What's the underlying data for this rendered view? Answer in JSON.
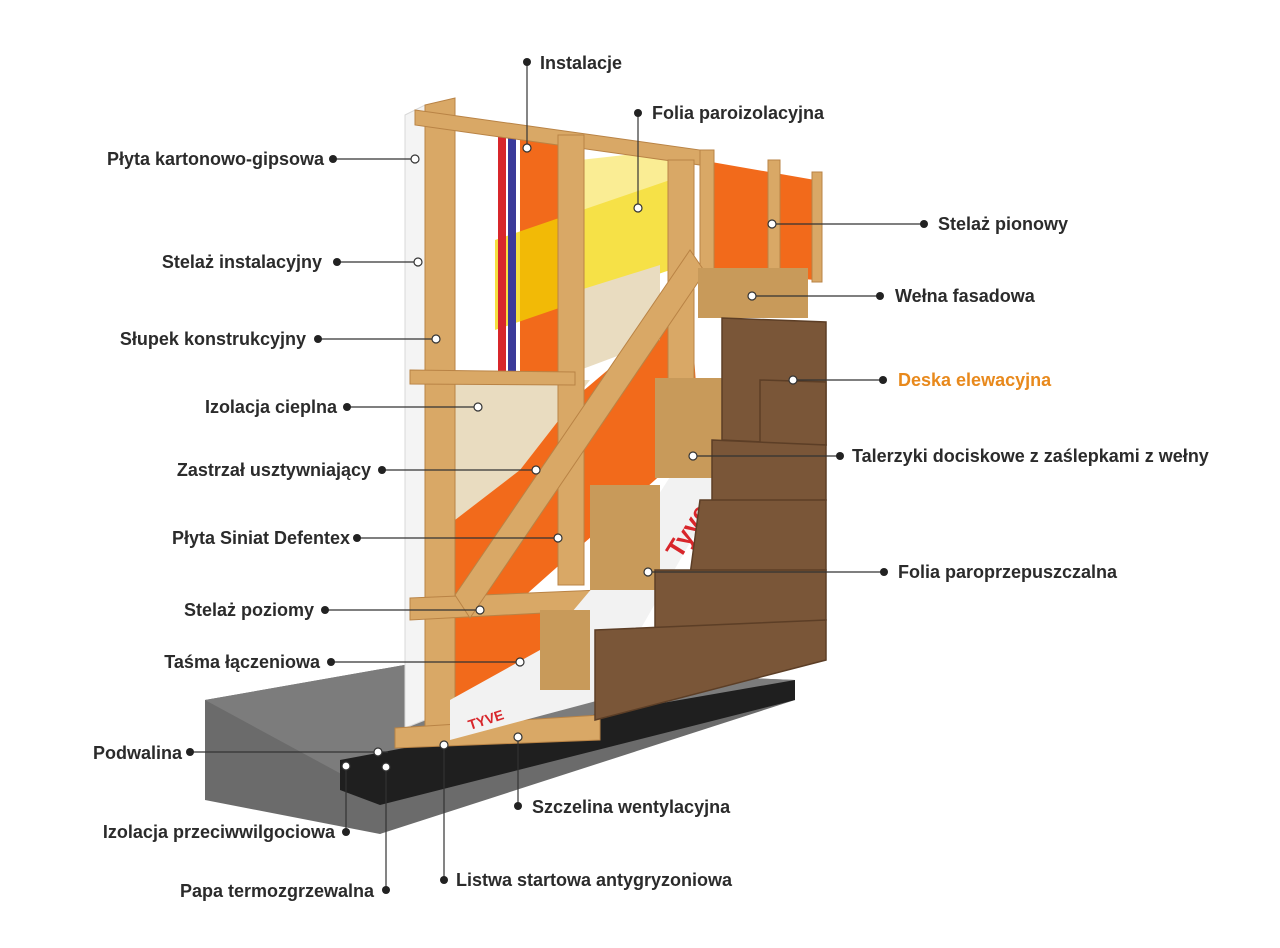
{
  "colors": {
    "accent": "#e8891c",
    "text": "#2b2b2b",
    "timber": "#d9a866",
    "timber_dark": "#b98345",
    "membrane_orange": "#f26a1b",
    "insulation": "#e9dcc0",
    "concrete": "#6b6b6b",
    "cladding": "#7a5638"
  },
  "labels": {
    "instalacje": "Instalacje",
    "folia_paroizolacyjna": "Folia paroizolacyjna",
    "plyta_kg": "Płyta kartonowo-gipsowa",
    "stelaz_pionowy": "Stelaż pionowy",
    "stelaz_instalacyjny": "Stelaż instalacyjny",
    "welna_fasadowa": "Wełna fasadowa",
    "slupek": "Słupek konstrukcyjny",
    "deska": "Deska elewacyjna",
    "izolacja_cieplna": "Izolacja cieplna",
    "talerzyki": "Talerzyki dociskowe z zaślepkami z wełny",
    "zastrzal": "Zastrzał usztywniający",
    "siniat": "Płyta Siniat Defentex",
    "folia_paroprz": "Folia paroprzepuszczalna",
    "stelaz_poziomy": "Stelaż poziomy",
    "tasma": "Taśma łączeniowa",
    "podwalina": "Podwalina",
    "szczelina": "Szczelina wentylacyjna",
    "izolacja_przeciw": "Izolacja przeciwwilgociowa",
    "listwa": "Listwa startowa antygryzoniowa",
    "papa": "Papa termozgrzewalna"
  }
}
